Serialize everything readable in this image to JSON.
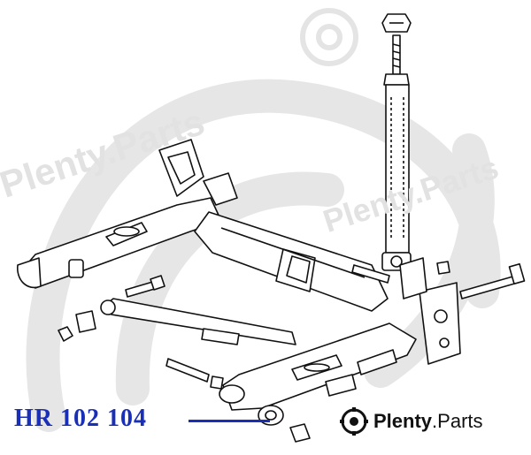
{
  "watermark": {
    "text_a": "Plenty.Parts",
    "text_b": "Plenty.Parts"
  },
  "callout": {
    "part_code": "HR 102 104",
    "color": "#1a2fb8"
  },
  "brand": {
    "name": "Plenty",
    "separator": ".",
    "suffix": "Parts",
    "icon": "gear-logo-icon"
  }
}
